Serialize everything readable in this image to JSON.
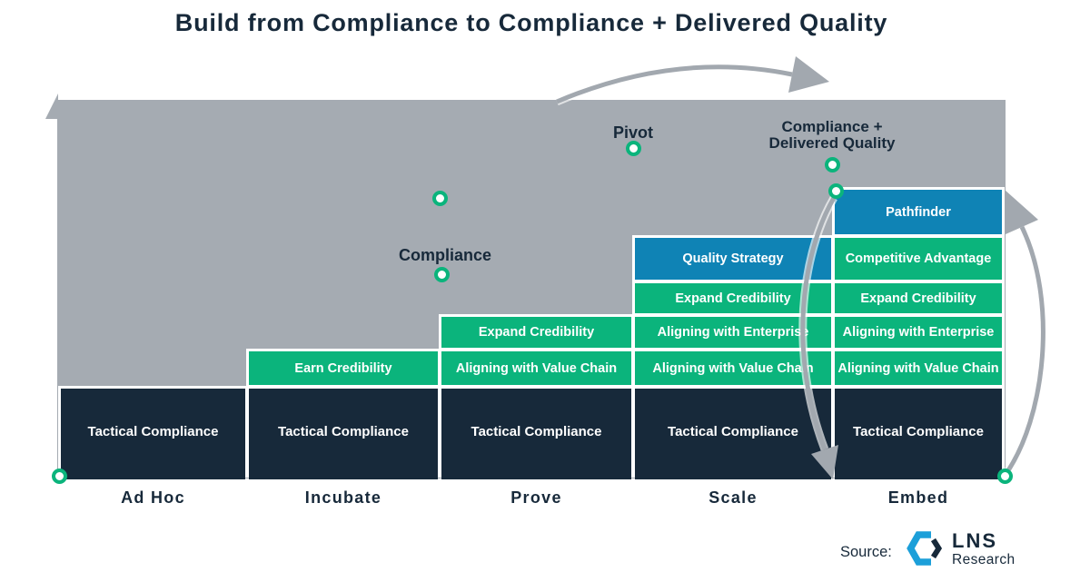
{
  "title": "Build from Compliance to Compliance + Delivered Quality",
  "colors": {
    "navy": "#17293a",
    "green": "#0bb47c",
    "blue": "#0f83b5",
    "gray": "#a5abb2",
    "arrow": "#a2a8af",
    "logo_blue": "#1c9fd9",
    "white": "#ffffff"
  },
  "maturity": {
    "stages": [
      {
        "label": "Ad Hoc",
        "blocks": [
          {
            "label": "Tactical Compliance",
            "color": "navy"
          }
        ]
      },
      {
        "label": "Incubate",
        "blocks": [
          {
            "label": "Tactical Compliance",
            "color": "navy"
          },
          {
            "label": "Earn Credibility",
            "color": "green"
          }
        ]
      },
      {
        "label": "Prove",
        "blocks": [
          {
            "label": "Tactical Compliance",
            "color": "navy"
          },
          {
            "label": "Aligning with Value Chain",
            "color": "green"
          },
          {
            "label": "Expand Credibility",
            "color": "green"
          }
        ]
      },
      {
        "label": "Scale",
        "blocks": [
          {
            "label": "Tactical Compliance",
            "color": "navy"
          },
          {
            "label": "Aligning with Value Chain",
            "color": "green"
          },
          {
            "label": "Aligning with Enterprise",
            "color": "green"
          },
          {
            "label": "Expand Credibility",
            "color": "green"
          },
          {
            "label": "Quality Strategy",
            "color": "blue"
          }
        ]
      },
      {
        "label": "Embed",
        "blocks": [
          {
            "label": "Tactical Compliance",
            "color": "navy"
          },
          {
            "label": "Aligning with Value Chain",
            "color": "green"
          },
          {
            "label": "Aligning with Enterprise",
            "color": "green"
          },
          {
            "label": "Expand Credibility",
            "color": "green"
          },
          {
            "label": "Competitive Advantage",
            "color": "green"
          },
          {
            "label": "Pathfinder",
            "color": "blue"
          }
        ]
      }
    ]
  },
  "annotations": [
    {
      "name": "compliance",
      "lines": [
        "Compliance"
      ]
    },
    {
      "name": "pivot",
      "lines": [
        "Pivot"
      ]
    },
    {
      "name": "compliance-delivered-quality",
      "lines": [
        "Compliance +",
        "Delivered Quality"
      ]
    }
  ],
  "source": {
    "label": "Source:",
    "logo_text": "LNS",
    "logo_subtext": "Research"
  }
}
